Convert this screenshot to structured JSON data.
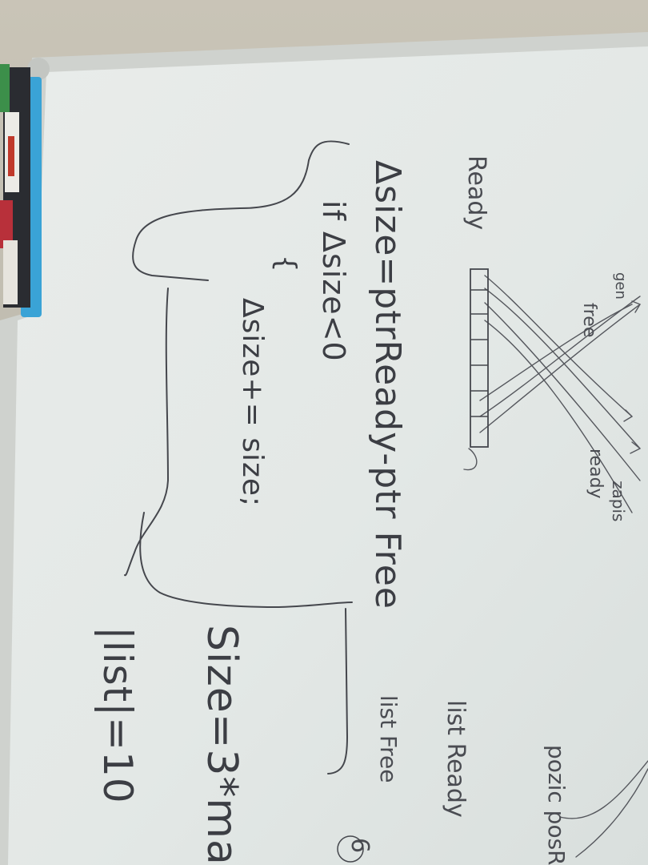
{
  "board": {
    "colors": {
      "wall": "#b9b7ac",
      "board_surface": "#e7ebe8",
      "frame": "#d2d4d0",
      "tray": "#3aa3d6",
      "ink": "#3c3e44"
    }
  },
  "writing": {
    "line1": "Δsize=ptrReady-ptr Free",
    "line2": "if Δsize<0",
    "brace_open": "{",
    "line3": "Δsize+= size;",
    "line4": "Size=3*ma",
    "line5": "|list|=10",
    "left_label_ready": "Ready",
    "right_label_list_ready": "list Ready",
    "right_label_list_free": "list Free",
    "right_label_pos": "pozic posR",
    "circled": "6"
  },
  "diagram": {
    "labels": {
      "top_free": "free",
      "top_gen": "gen",
      "bottom_ready": "ready",
      "bottom_zapis": "zapis"
    }
  }
}
